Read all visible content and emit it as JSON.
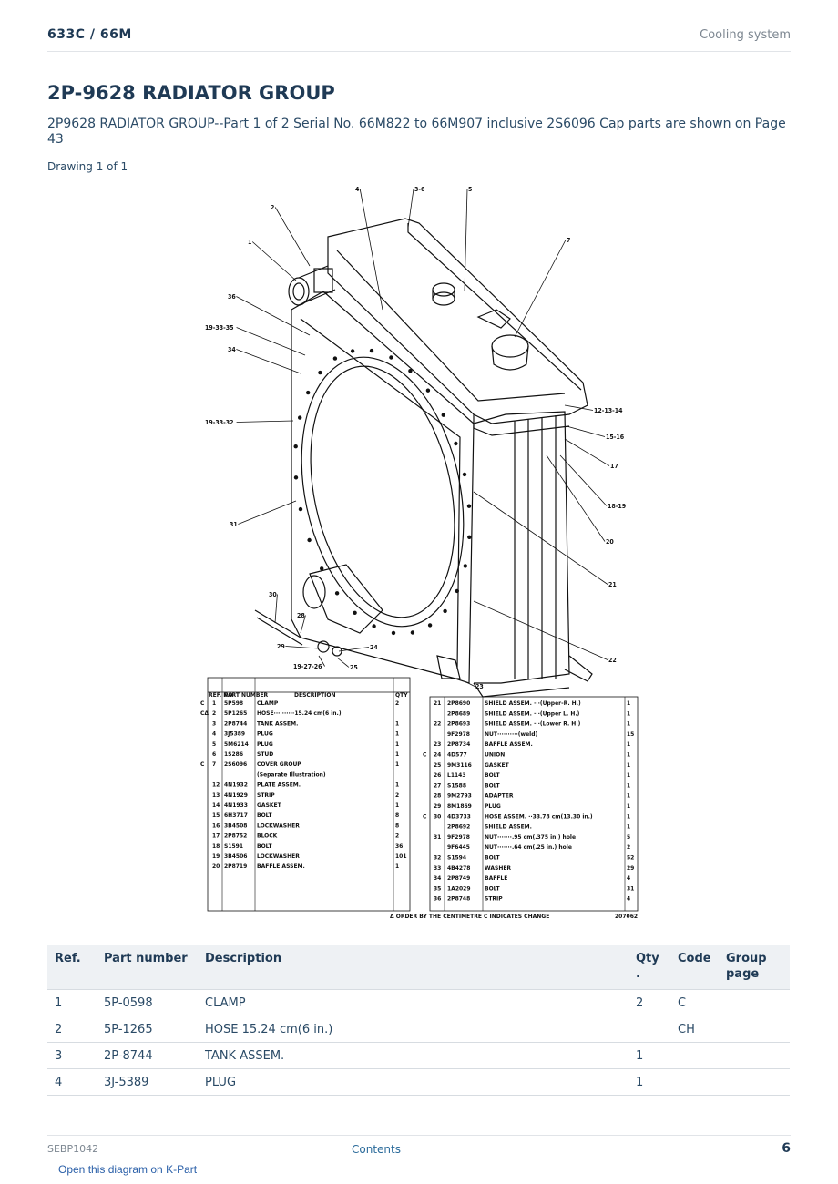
{
  "header": {
    "model": "633C  /  66M",
    "section": "Cooling system"
  },
  "page": {
    "title": "2P-9628 RADIATOR GROUP",
    "subtitle": "2P9628 RADIATOR GROUP--Part 1 of 2 Serial No. 66M822 to 66M907 inclusive 2S6096 Cap parts are shown on Page 43",
    "drawing_label": "Drawing 1 of 1"
  },
  "diagram": {
    "callouts": [
      "1",
      "2",
      "4",
      "3-6",
      "5",
      "7",
      "36",
      "19-33-35",
      "34",
      "19-33-32",
      "31",
      "12-13-14",
      "15-16",
      "17",
      "18-19",
      "20",
      "21",
      "22",
      "23",
      "30",
      "28",
      "29",
      "24",
      "19-27-26",
      "25"
    ],
    "left_table": {
      "headers": [
        "REF. NO",
        "PART NUMBER",
        "DESCRIPTION",
        "QTY"
      ],
      "rows": [
        {
          "mark": "C",
          "ref": "1",
          "part": "5P598",
          "desc": "CLAMP",
          "qty": "2"
        },
        {
          "mark": "CΔ",
          "ref": "2",
          "part": "5P1265",
          "desc": "HOSE··········15.24 cm(6 in.)",
          "qty": ""
        },
        {
          "mark": "",
          "ref": "3",
          "part": "2P8744",
          "desc": "TANK ASSEM.",
          "qty": "1"
        },
        {
          "mark": "",
          "ref": "4",
          "part": "3J5389",
          "desc": "PLUG",
          "qty": "1"
        },
        {
          "mark": "",
          "ref": "5",
          "part": "5M6214",
          "desc": "PLUG",
          "qty": "1"
        },
        {
          "mark": "",
          "ref": "6",
          "part": "1S286",
          "desc": "STUD",
          "qty": "1"
        },
        {
          "mark": "C",
          "ref": "7",
          "part": "2S6096",
          "desc": "COVER GROUP",
          "qty": "1"
        },
        {
          "mark": "",
          "ref": "",
          "part": "",
          "desc": "(Separate Illustration)",
          "qty": ""
        },
        {
          "mark": "",
          "ref": "12",
          "part": "4N1932",
          "desc": "PLATE ASSEM.",
          "qty": "1"
        },
        {
          "mark": "",
          "ref": "13",
          "part": "4N1929",
          "desc": "STRIP",
          "qty": "2"
        },
        {
          "mark": "",
          "ref": "14",
          "part": "4N1933",
          "desc": "GASKET",
          "qty": "1"
        },
        {
          "mark": "",
          "ref": "15",
          "part": "6H3717",
          "desc": "BOLT",
          "qty": "8"
        },
        {
          "mark": "",
          "ref": "16",
          "part": "3B4508",
          "desc": "LOCKWASHER",
          "qty": "8"
        },
        {
          "mark": "",
          "ref": "17",
          "part": "2P8752",
          "desc": "BLOCK",
          "qty": "2"
        },
        {
          "mark": "",
          "ref": "18",
          "part": "S1591",
          "desc": "BOLT",
          "qty": "36"
        },
        {
          "mark": "",
          "ref": "19",
          "part": "3B4506",
          "desc": "LOCKWASHER",
          "qty": "101"
        },
        {
          "mark": "",
          "ref": "20",
          "part": "2P8719",
          "desc": "BAFFLE ASSEM.",
          "qty": "1"
        }
      ]
    },
    "right_table": {
      "rows": [
        {
          "mark": "",
          "ref": "21",
          "part": "2P8690",
          "desc": "SHIELD ASSEM. ···(Upper-R. H.)",
          "qty": "1"
        },
        {
          "mark": "",
          "ref": "",
          "part": "2P8689",
          "desc": "SHIELD ASSEM. ···(Upper L. H.)",
          "qty": "1"
        },
        {
          "mark": "",
          "ref": "22",
          "part": "2P8693",
          "desc": "SHIELD ASSEM. ···(Lower R. H.)",
          "qty": "1"
        },
        {
          "mark": "",
          "ref": "",
          "part": "9F2978",
          "desc": "NUT··········(weld)",
          "qty": "15"
        },
        {
          "mark": "",
          "ref": "23",
          "part": "2P8734",
          "desc": "BAFFLE ASSEM.",
          "qty": "1"
        },
        {
          "mark": "C",
          "ref": "24",
          "part": "4D577",
          "desc": "UNION",
          "qty": "1"
        },
        {
          "mark": "",
          "ref": "25",
          "part": "9M3116",
          "desc": "GASKET",
          "qty": "1"
        },
        {
          "mark": "",
          "ref": "26",
          "part": "L1143",
          "desc": "BOLT",
          "qty": "1"
        },
        {
          "mark": "",
          "ref": "27",
          "part": "S1588",
          "desc": "BOLT",
          "qty": "1"
        },
        {
          "mark": "",
          "ref": "28",
          "part": "9M2793",
          "desc": "ADAPTER",
          "qty": "1"
        },
        {
          "mark": "",
          "ref": "29",
          "part": "8M1869",
          "desc": "PLUG",
          "qty": "1"
        },
        {
          "mark": "C",
          "ref": "30",
          "part": "4D3733",
          "desc": "HOSE ASSEM. ··33.78 cm(13.30 in.)",
          "qty": "1"
        },
        {
          "mark": "",
          "ref": "",
          "part": "2P8692",
          "desc": "SHIELD ASSEM.",
          "qty": "1"
        },
        {
          "mark": "",
          "ref": "31",
          "part": "9F2978",
          "desc": "NUT·······.95 cm(.375 in.) hole",
          "qty": "5"
        },
        {
          "mark": "",
          "ref": "",
          "part": "9F6445",
          "desc": "NUT·······.64 cm(.25 in.) hole",
          "qty": "2"
        },
        {
          "mark": "",
          "ref": "32",
          "part": "S1594",
          "desc": "BOLT",
          "qty": "52"
        },
        {
          "mark": "",
          "ref": "33",
          "part": "4B4278",
          "desc": "WASHER",
          "qty": "29"
        },
        {
          "mark": "",
          "ref": "34",
          "part": "2P8749",
          "desc": "BAFFLE",
          "qty": "4"
        },
        {
          "mark": "",
          "ref": "35",
          "part": "1A2029",
          "desc": "BOLT",
          "qty": "31"
        },
        {
          "mark": "",
          "ref": "36",
          "part": "2P8748",
          "desc": "STRIP",
          "qty": "4"
        }
      ]
    },
    "footnote": "Δ ORDER BY THE CENTIMETRE     C INDICATES CHANGE",
    "drawing_number": "207062"
  },
  "parts_table": {
    "headers": {
      "ref": "Ref.",
      "part_number": "Part number",
      "description": "Description",
      "qty": "Qty .",
      "code": "Code",
      "group_page": "Group page"
    },
    "rows": [
      {
        "ref": "1",
        "part_number": "5P-0598",
        "description": "CLAMP",
        "qty": "2",
        "code": "C",
        "group_page": ""
      },
      {
        "ref": "2",
        "part_number": "5P-1265",
        "description": "HOSE 15.24 cm(6 in.)",
        "qty": "",
        "code": "CH",
        "group_page": ""
      },
      {
        "ref": "3",
        "part_number": "2P-8744",
        "description": "TANK ASSEM.",
        "qty": "1",
        "code": "",
        "group_page": ""
      },
      {
        "ref": "4",
        "part_number": "3J-5389",
        "description": "PLUG",
        "qty": "1",
        "code": "",
        "group_page": ""
      }
    ]
  },
  "footer": {
    "doc_id": "SEBP1042",
    "contents_link": "Contents",
    "page_number": "6",
    "kpart_link": "Open this diagram on K-Part"
  }
}
